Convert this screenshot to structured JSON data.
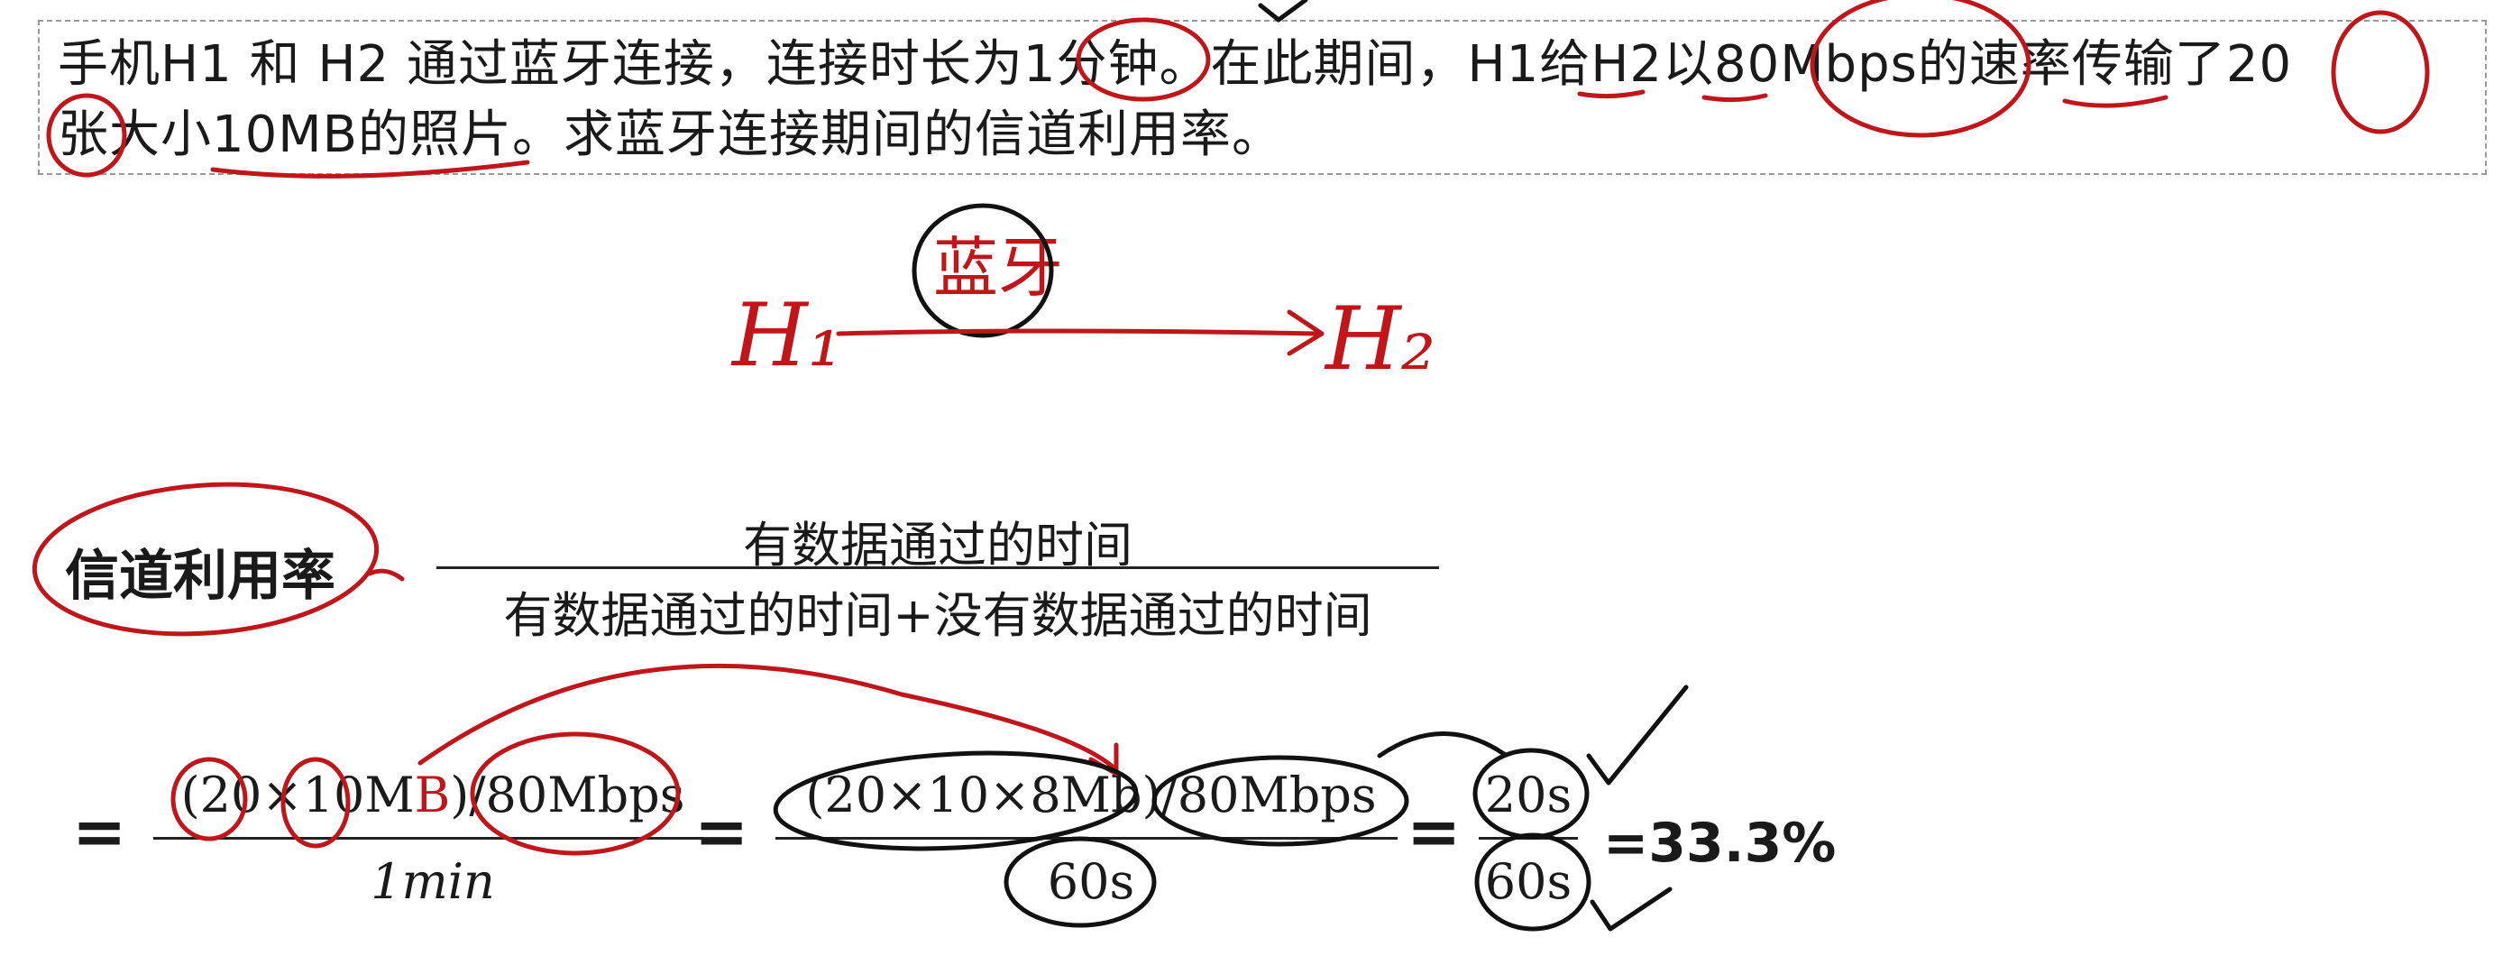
{
  "problem": {
    "line1": "手机H1 和 H2 通过蓝牙连接，连接时长为1分钟。在此期间，H1给H2以80Mbps的速率传输了20",
    "line2": "张大小10MB的照片。求蓝牙连接期间的信道利用率。"
  },
  "diagram": {
    "left_node": "H₁",
    "right_node": "H₂",
    "link_label": "蓝牙"
  },
  "concept": {
    "label": "信道利用率",
    "equals": "=",
    "numerator": "有数据通过的时间",
    "denominator": "有数据通过的时间+没有数据通过的时间"
  },
  "calculation": {
    "eq": "=",
    "frac1_num_a": "(20×10M",
    "frac1_num_b": "B",
    "frac1_num_c": ")/80Mbps",
    "frac1_den": "1min",
    "frac2_num": "(20×10×8Mb)/80Mbps",
    "frac2_den": "60s",
    "frac3_num": "20s",
    "frac3_den": "60s",
    "result": "=33.3%"
  },
  "colors": {
    "ink_red": "#c0161a",
    "ink_black": "#111111",
    "text": "#1a1a1a"
  }
}
